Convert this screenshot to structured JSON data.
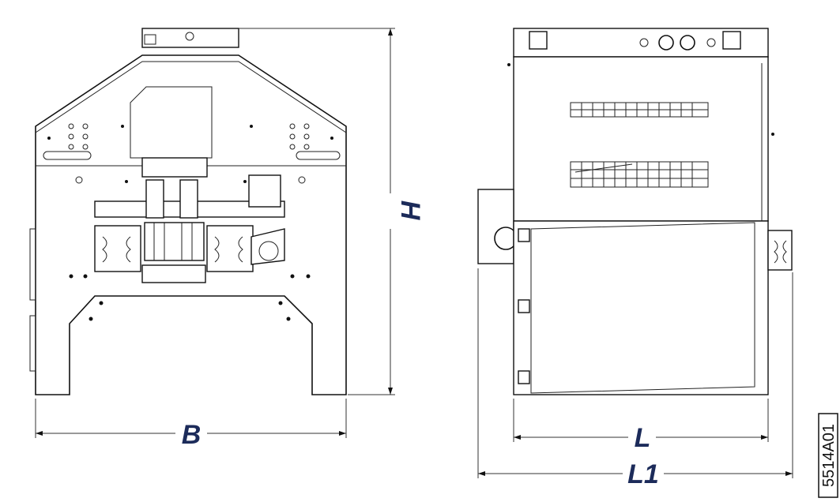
{
  "dimensions": {
    "width_label": "B",
    "height_label": "H",
    "length_label": "L",
    "overall_length_label": "L1"
  },
  "reference_code": "5514A01",
  "colors": {
    "dimension_text": "#1c2b5a",
    "line": "#111111"
  },
  "icons": {
    "front_view": "machine-front-view",
    "side_view": "machine-side-view"
  }
}
